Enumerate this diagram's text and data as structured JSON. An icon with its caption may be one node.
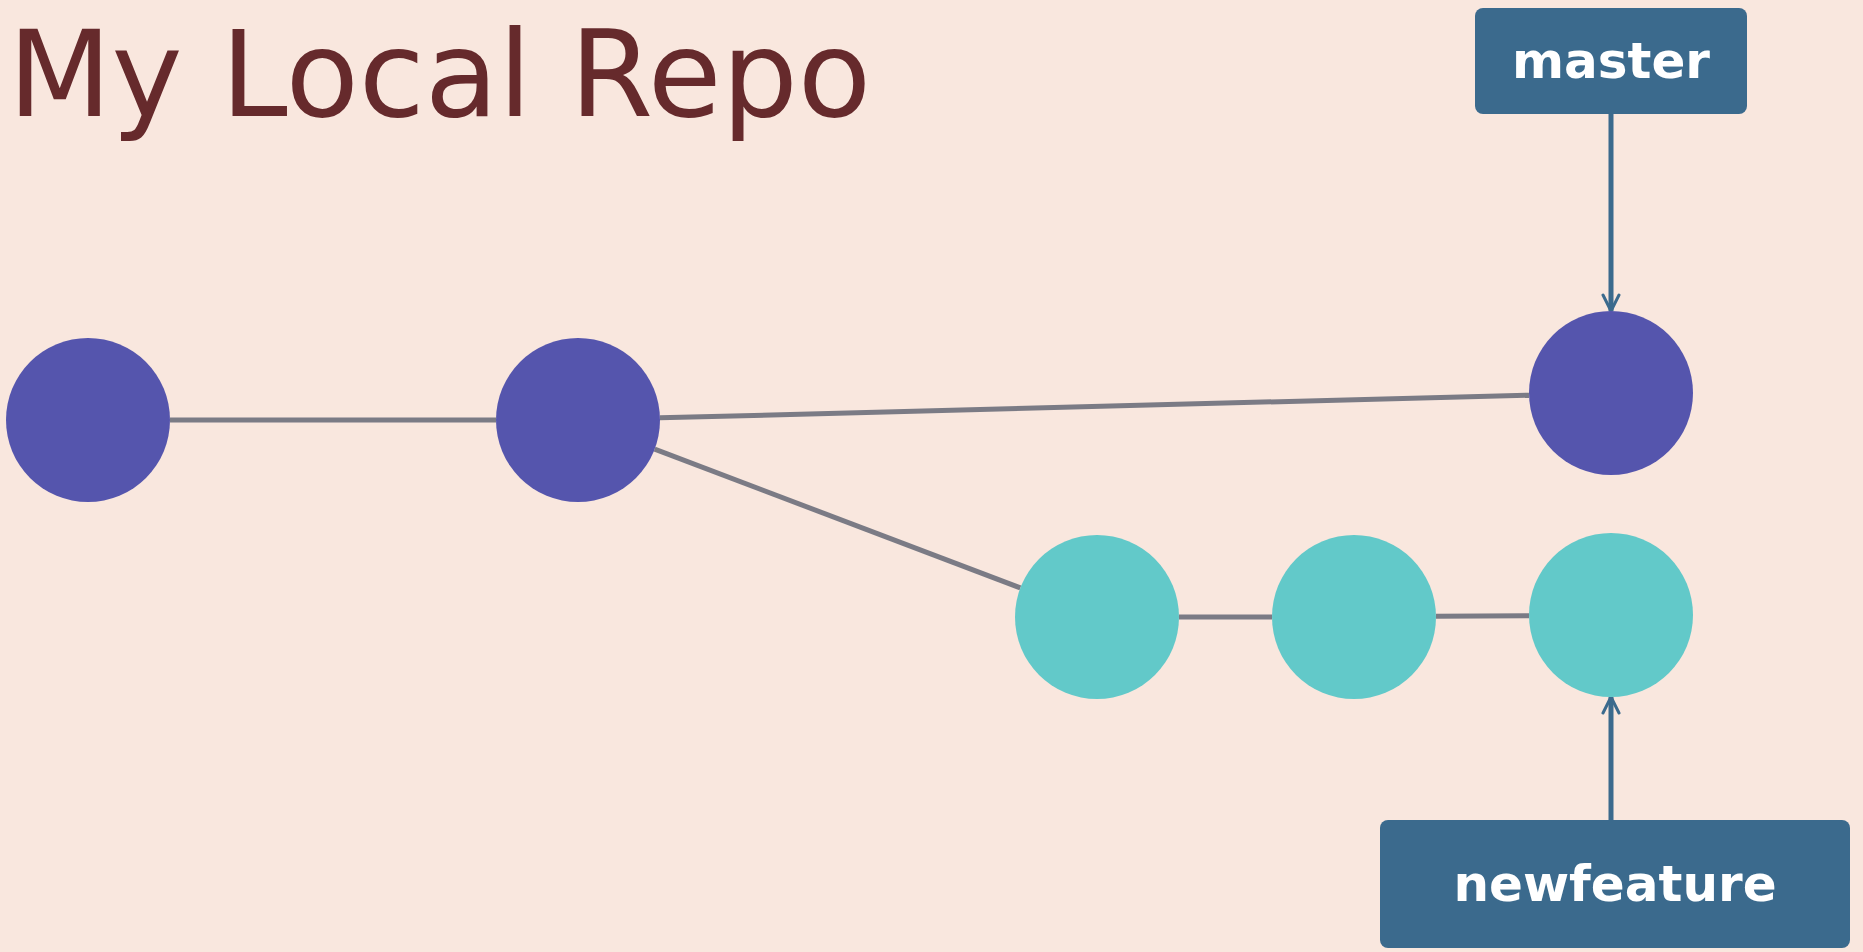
{
  "diagram": {
    "title": "My Local Repo",
    "nodes": [
      {
        "text": [],
        "shape": "circle"
      },
      {
        "text": [],
        "shape": "circle"
      },
      {
        "text": [],
        "shape": "circle"
      },
      {
        "text": [],
        "shape": "circle"
      },
      {
        "text": [],
        "shape": "circle"
      },
      {
        "text": [],
        "shape": "circle"
      },
      {
        "text": [
          "master"
        ]
      },
      {
        "text": [
          "newfeature"
        ]
      }
    ],
    "edges": [
      {
        "from": 0,
        "to": 1,
        "arrow": "none"
      },
      {
        "from": 1,
        "to": 2,
        "arrow": "none"
      },
      {
        "from": 1,
        "to": 3,
        "arrow": "none"
      },
      {
        "from": 3,
        "to": 4,
        "arrow": "none"
      },
      {
        "from": 4,
        "to": 5,
        "arrow": "none"
      },
      {
        "from": 6,
        "to": 2,
        "arrow": "to",
        "color": "#3b6a8d"
      },
      {
        "from": 7,
        "to": 5,
        "arrow": "to",
        "color": "#3b6a8d"
      }
    ]
  }
}
